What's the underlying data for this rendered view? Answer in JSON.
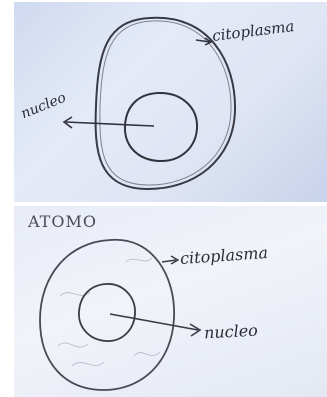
{
  "top_drawing": {
    "label_cytoplasm": "citoplasma",
    "label_nucleus": "nucleo"
  },
  "bottom_drawing": {
    "title": "ATOMO",
    "label_cytoplasm": "citoplasma",
    "label_nucleus": "nucleo"
  }
}
